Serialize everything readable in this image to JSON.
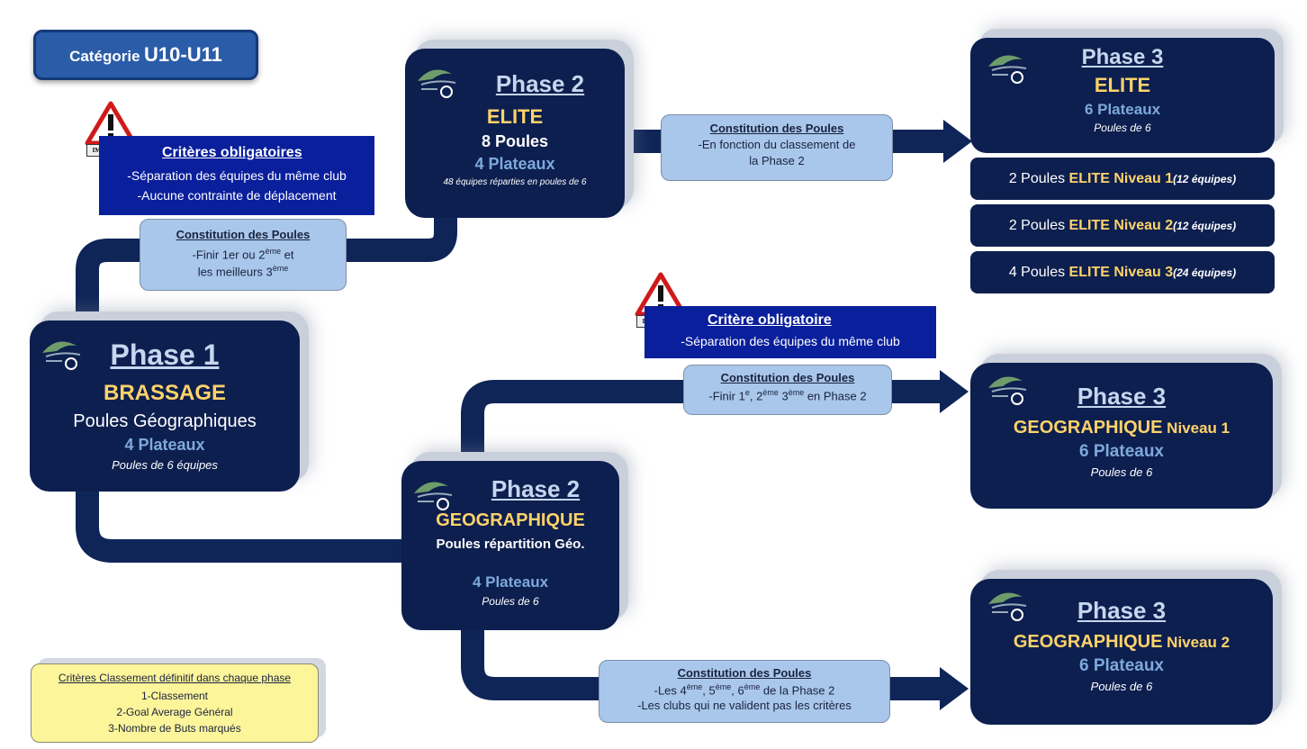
{
  "category": {
    "prefix": "Catégorie",
    "value": "U10-U11"
  },
  "important_label": "IMPORTANT",
  "phase1": {
    "title": "Phase 1",
    "subtitle": "BRASSAGE",
    "line1": "Poules Géographiques",
    "plateaux": "4 Plateaux",
    "note": "Poules de 6 équipes"
  },
  "criteria1": {
    "title": "Critères obligatoires",
    "line1": "-Séparation des équipes du même club",
    "line2": "-Aucune contrainte de déplacement"
  },
  "constitution1": {
    "title": "Constitution des Poules",
    "line1_a": "-Finir 1er ou 2",
    "line1_sup": "ème",
    "line1_b": " et",
    "line2_a": "les meilleurs 3",
    "line2_sup": "ème"
  },
  "phase2_elite": {
    "title": "Phase 2",
    "subtitle": "ELITE",
    "poules": "8 Poules",
    "plateaux": "4 Plateaux",
    "note": "48 équipes réparties en poules de 6"
  },
  "constitution2": {
    "title": "Constitution des Poules",
    "line1": "-En fonction du classement de",
    "line2": "la Phase 2"
  },
  "phase3_elite": {
    "title": "Phase 3",
    "subtitle": "ELITE",
    "plateaux": "6 Plateaux",
    "note": "Poules de 6"
  },
  "elite_levels": [
    {
      "prefix": "2 Poules ",
      "level": "ELITE Niveau 1",
      "count": "(12 équipes)"
    },
    {
      "prefix": "2 Poules ",
      "level": "ELITE Niveau 2",
      "count": "(12 équipes)"
    },
    {
      "prefix": "4 Poules ",
      "level": "ELITE Niveau 3",
      "count": "(24 équipes)"
    }
  ],
  "criteria2": {
    "title": "Critère obligatoire",
    "line1": "-Séparation des équipes du même club"
  },
  "constitution3": {
    "title": "Constitution des Poules",
    "a": "-Finir 1",
    "sup1": "e",
    "b": ", 2",
    "sup2": "ème",
    "c": " 3",
    "sup3": "ème",
    "d": " en Phase 2"
  },
  "phase2_geo": {
    "title": "Phase 2",
    "subtitle": "GEOGRAPHIQUE",
    "line1": "Poules répartition Géo.",
    "plateaux": "4 Plateaux",
    "note": "Poules de 6"
  },
  "phase3_geo1": {
    "title": "Phase 3",
    "subtitle": "GEOGRAPHIQUE",
    "level": " Niveau 1",
    "plateaux": "6 Plateaux",
    "note": "Poules de 6"
  },
  "phase3_geo2": {
    "title": "Phase 3",
    "subtitle": "GEOGRAPHIQUE",
    "level": " Niveau 2",
    "plateaux": "6 Plateaux",
    "note": "Poules de 6"
  },
  "constitution4": {
    "title": "Constitution des Poules",
    "a": "-Les 4",
    "sup1": "ème",
    "b": ", 5",
    "sup2": "ème",
    "c": ", 6",
    "sup3": "ème",
    "d": " de la Phase 2",
    "line2": "-Les clubs qui ne valident pas les critères"
  },
  "ranking": {
    "title": "Critères Classement définitif dans chaque phase",
    "items": [
      "1-Classement",
      "2-Goal Average Général",
      "3-Nombre de Buts marqués"
    ]
  },
  "colors": {
    "navy": "#0d1f4f",
    "connector": "#0f2558",
    "gold": "#ffd36a",
    "light_blue_box": "#a9c7ea",
    "criteria_blue": "#0a1f9c",
    "ranking_yellow": "#fdf59a"
  }
}
